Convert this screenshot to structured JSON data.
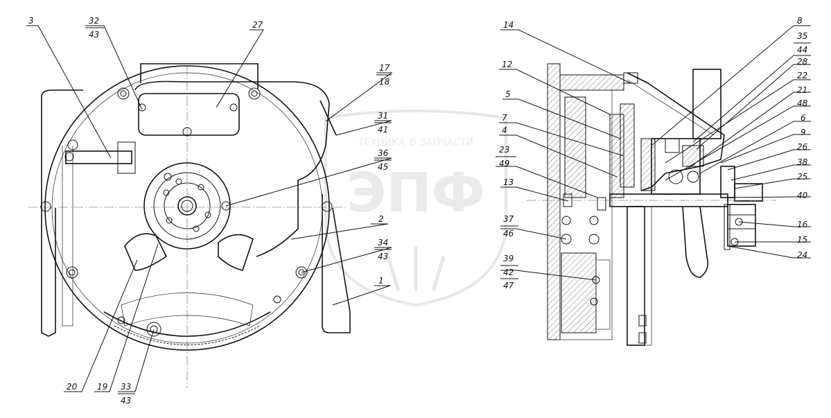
{
  "watermark": {
    "company_line": "ТЕХНИКА ⚙ ЗАПЧАСТИ",
    "logo_letters": "ЭПФ"
  },
  "callouts_left": [
    {
      "id": "c3",
      "top": "3"
    },
    {
      "id": "c32",
      "top": "32",
      "bottom": "43"
    },
    {
      "id": "c27",
      "top": "27"
    },
    {
      "id": "c17",
      "top": "17",
      "bottom": "18"
    },
    {
      "id": "c31",
      "top": "31",
      "bottom": "41"
    },
    {
      "id": "c36",
      "top": "36",
      "bottom": "45"
    },
    {
      "id": "c2",
      "top": "2"
    },
    {
      "id": "c34",
      "top": "34",
      "bottom": "43"
    },
    {
      "id": "c1",
      "top": "1"
    },
    {
      "id": "c20",
      "top": "20"
    },
    {
      "id": "c19",
      "top": "19"
    },
    {
      "id": "c33",
      "top": "33",
      "bottom": "43"
    }
  ],
  "callouts_right": [
    {
      "id": "c14",
      "top": "14"
    },
    {
      "id": "c12",
      "top": "12"
    },
    {
      "id": "c5",
      "top": "5"
    },
    {
      "id": "c7",
      "top": "7"
    },
    {
      "id": "c4",
      "top": "4"
    },
    {
      "id": "c23",
      "top": "23",
      "bottom": "49"
    },
    {
      "id": "c13",
      "top": "13"
    },
    {
      "id": "c37",
      "top": "37",
      "bottom": "46"
    },
    {
      "id": "c39",
      "top": "39",
      "mid": "42",
      "bottom": "47"
    },
    {
      "id": "c8",
      "top": "8"
    },
    {
      "id": "c35",
      "top": "35",
      "bottom": "44"
    },
    {
      "id": "c28",
      "top": "28"
    },
    {
      "id": "c22",
      "top": "22"
    },
    {
      "id": "c21",
      "top": "21"
    },
    {
      "id": "c48",
      "top": "48"
    },
    {
      "id": "c6",
      "top": "6"
    },
    {
      "id": "c9",
      "top": "9"
    },
    {
      "id": "c26",
      "top": "26"
    },
    {
      "id": "c38",
      "top": "38"
    },
    {
      "id": "c25",
      "top": "25"
    },
    {
      "id": "c40",
      "top": "40"
    },
    {
      "id": "c16",
      "top": "16"
    },
    {
      "id": "c15",
      "top": "15"
    },
    {
      "id": "c24",
      "top": "24"
    }
  ]
}
